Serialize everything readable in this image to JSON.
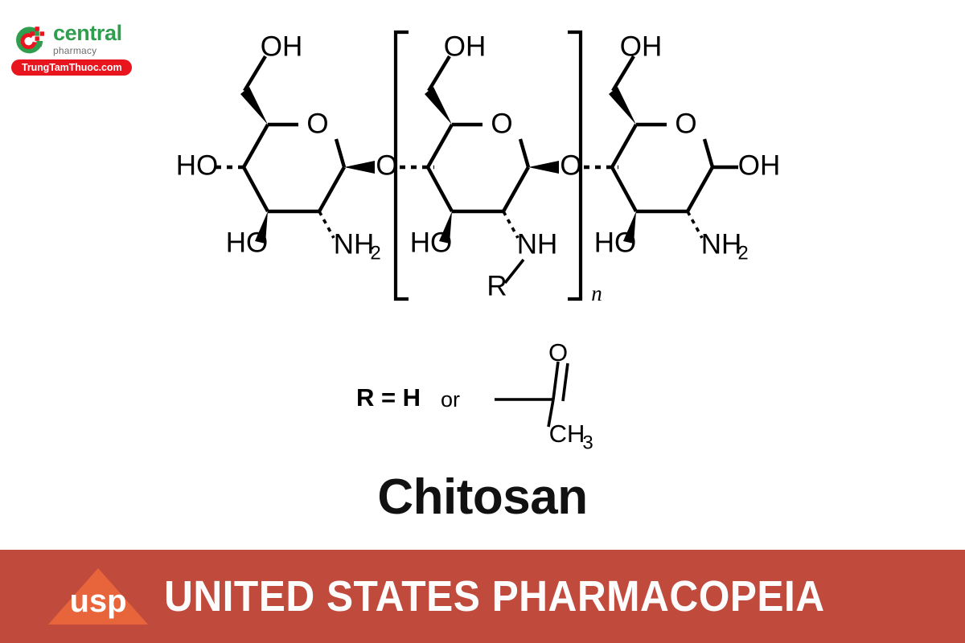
{
  "brand": {
    "mark_icon": "central-pharmacy-c-cross-icon",
    "name_primary": "central",
    "name_secondary": "pharmacy",
    "site_label": "TrungTamThuoc.com",
    "colors": {
      "green": "#2f9e4f",
      "red": "#e8141e",
      "gray": "#6e6e6e"
    }
  },
  "structure": {
    "title": "Chitosan",
    "repeat_subscript": "n",
    "units": [
      {
        "position": "left",
        "labels": [
          "OH",
          "HO",
          "HO",
          "NH2"
        ],
        "ring_heteroatom": "O",
        "glycosidic_link": "O"
      },
      {
        "position": "middle",
        "labels": [
          "OH",
          "HO",
          "NH",
          "R"
        ],
        "ring_heteroatom": "O",
        "glycosidic_link": "O",
        "bracketed": "true"
      },
      {
        "position": "right",
        "labels": [
          "OH",
          "HO",
          "OH",
          "NH2"
        ],
        "ring_heteroatom": "O",
        "terminal_group": "OH"
      }
    ],
    "r_definition": {
      "prefix": "R = H",
      "conjunction": "or",
      "acetyl_oxygen": "O",
      "acetyl_methyl": "CH3"
    },
    "atom_labels": {
      "oh": "OH",
      "ho": "HO",
      "o": "O",
      "nh2_n": "NH",
      "nh2_sub": "2",
      "nh": "NH",
      "r": "R",
      "ch3_c": "CH",
      "ch3_sub": "3",
      "r_equals_h": "R = H",
      "or": "or"
    },
    "stroke_color": "#000000"
  },
  "banner": {
    "logo_text": "usp",
    "title": "UNITED STATES PHARMACOPEIA",
    "background_color": "#c04b3d",
    "triangle_color": "#e8653c",
    "text_color": "#fdfdfd"
  }
}
